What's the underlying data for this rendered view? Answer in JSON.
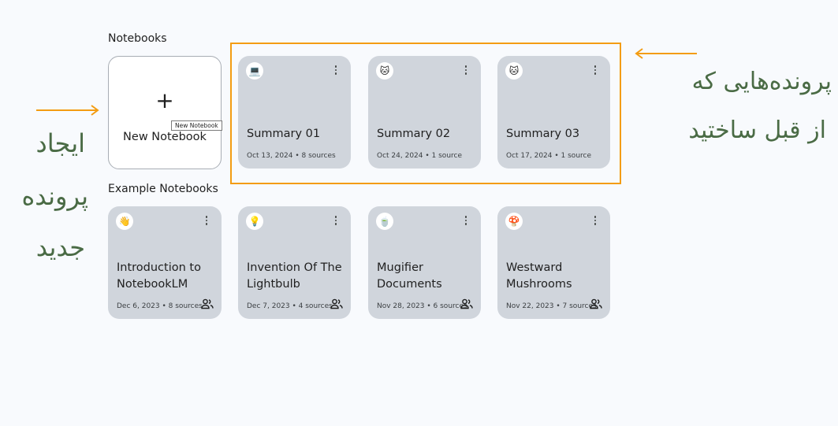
{
  "sections": {
    "notebooks_title": "Notebooks",
    "examples_title": "Example Notebooks"
  },
  "new_notebook": {
    "plus": "+",
    "label": "New Notebook",
    "tooltip": "New Notebook"
  },
  "notebooks": [
    {
      "emoji": "💻",
      "title": "Summary 01",
      "meta": "Oct 13, 2024 • 8 sources"
    },
    {
      "emoji": "🐱",
      "title": "Summary 02",
      "meta": "Oct 24, 2024 • 1 source"
    },
    {
      "emoji": "🐱",
      "title": "Summary 03",
      "meta": "Oct 17, 2024 • 1 source"
    }
  ],
  "examples": [
    {
      "emoji": "👋",
      "title": "Introduction to NotebookLM",
      "meta": "Dec 6, 2023 • 8 sources"
    },
    {
      "emoji": "💡",
      "title": "Invention Of The Lightbulb",
      "meta": "Dec 7, 2023 • 4 sources"
    },
    {
      "emoji": "🍵",
      "title": "Mugifier Documents",
      "meta": "Nov 28, 2023 • 6 sources"
    },
    {
      "emoji": "🍄",
      "title": "Westward Mushrooms",
      "meta": "Nov 22, 2023 • 7 sources"
    }
  ],
  "annotations": {
    "left_line1": "ایجاد",
    "left_line2": "پرونده",
    "left_line3": "جدید",
    "right_line1": "پرونده‌هایی که",
    "right_line2": "از قبل ساختید"
  },
  "colors": {
    "highlight": "#f39c12",
    "annotation_text": "#4a6b45",
    "card_bg": "#d0d5dc"
  }
}
